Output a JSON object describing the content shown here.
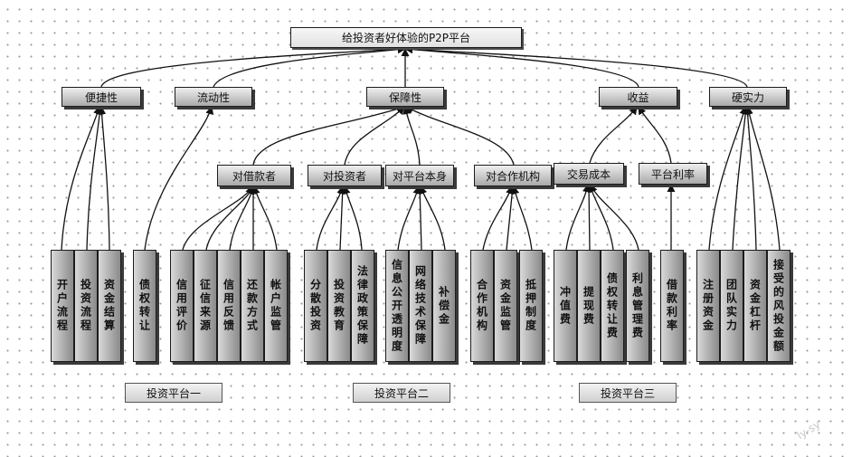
{
  "root": "给投资者好体验的P2P平台",
  "level1": [
    "便捷性",
    "流动性",
    "保障性",
    "收益",
    "硬实力"
  ],
  "level2": [
    "对借款者",
    "对投资者",
    "对平台本身",
    "对合作机构",
    "交易成本",
    "平台利率"
  ],
  "leaves": {
    "bianjie": [
      "开户流程",
      "投资流程",
      "资金结算"
    ],
    "liudong": [
      "债权转让"
    ],
    "jiekuan": [
      "信用评价",
      "征信来源",
      "信用反馈",
      "还款方式",
      "帐户监管"
    ],
    "touzi": [
      "分散投资",
      "投资教育",
      "法律政策保障"
    ],
    "pingtai": [
      "信息公开透明度",
      "网络技术保障",
      "补偿金"
    ],
    "hezuo": [
      "合作机构",
      "资金监管",
      "抵押制度"
    ],
    "jiaoyi": [
      "冲值费",
      "提现费",
      "债权转让费",
      "利息管理费"
    ],
    "lilv": [
      "借款利率"
    ],
    "ying": [
      "注册资金",
      "团队实力",
      "资金杠杆",
      "接受的风投金额"
    ]
  },
  "platforms": [
    "投资平台一",
    "投资平台二",
    "投资平台三"
  ],
  "watermark": "ly-sy"
}
